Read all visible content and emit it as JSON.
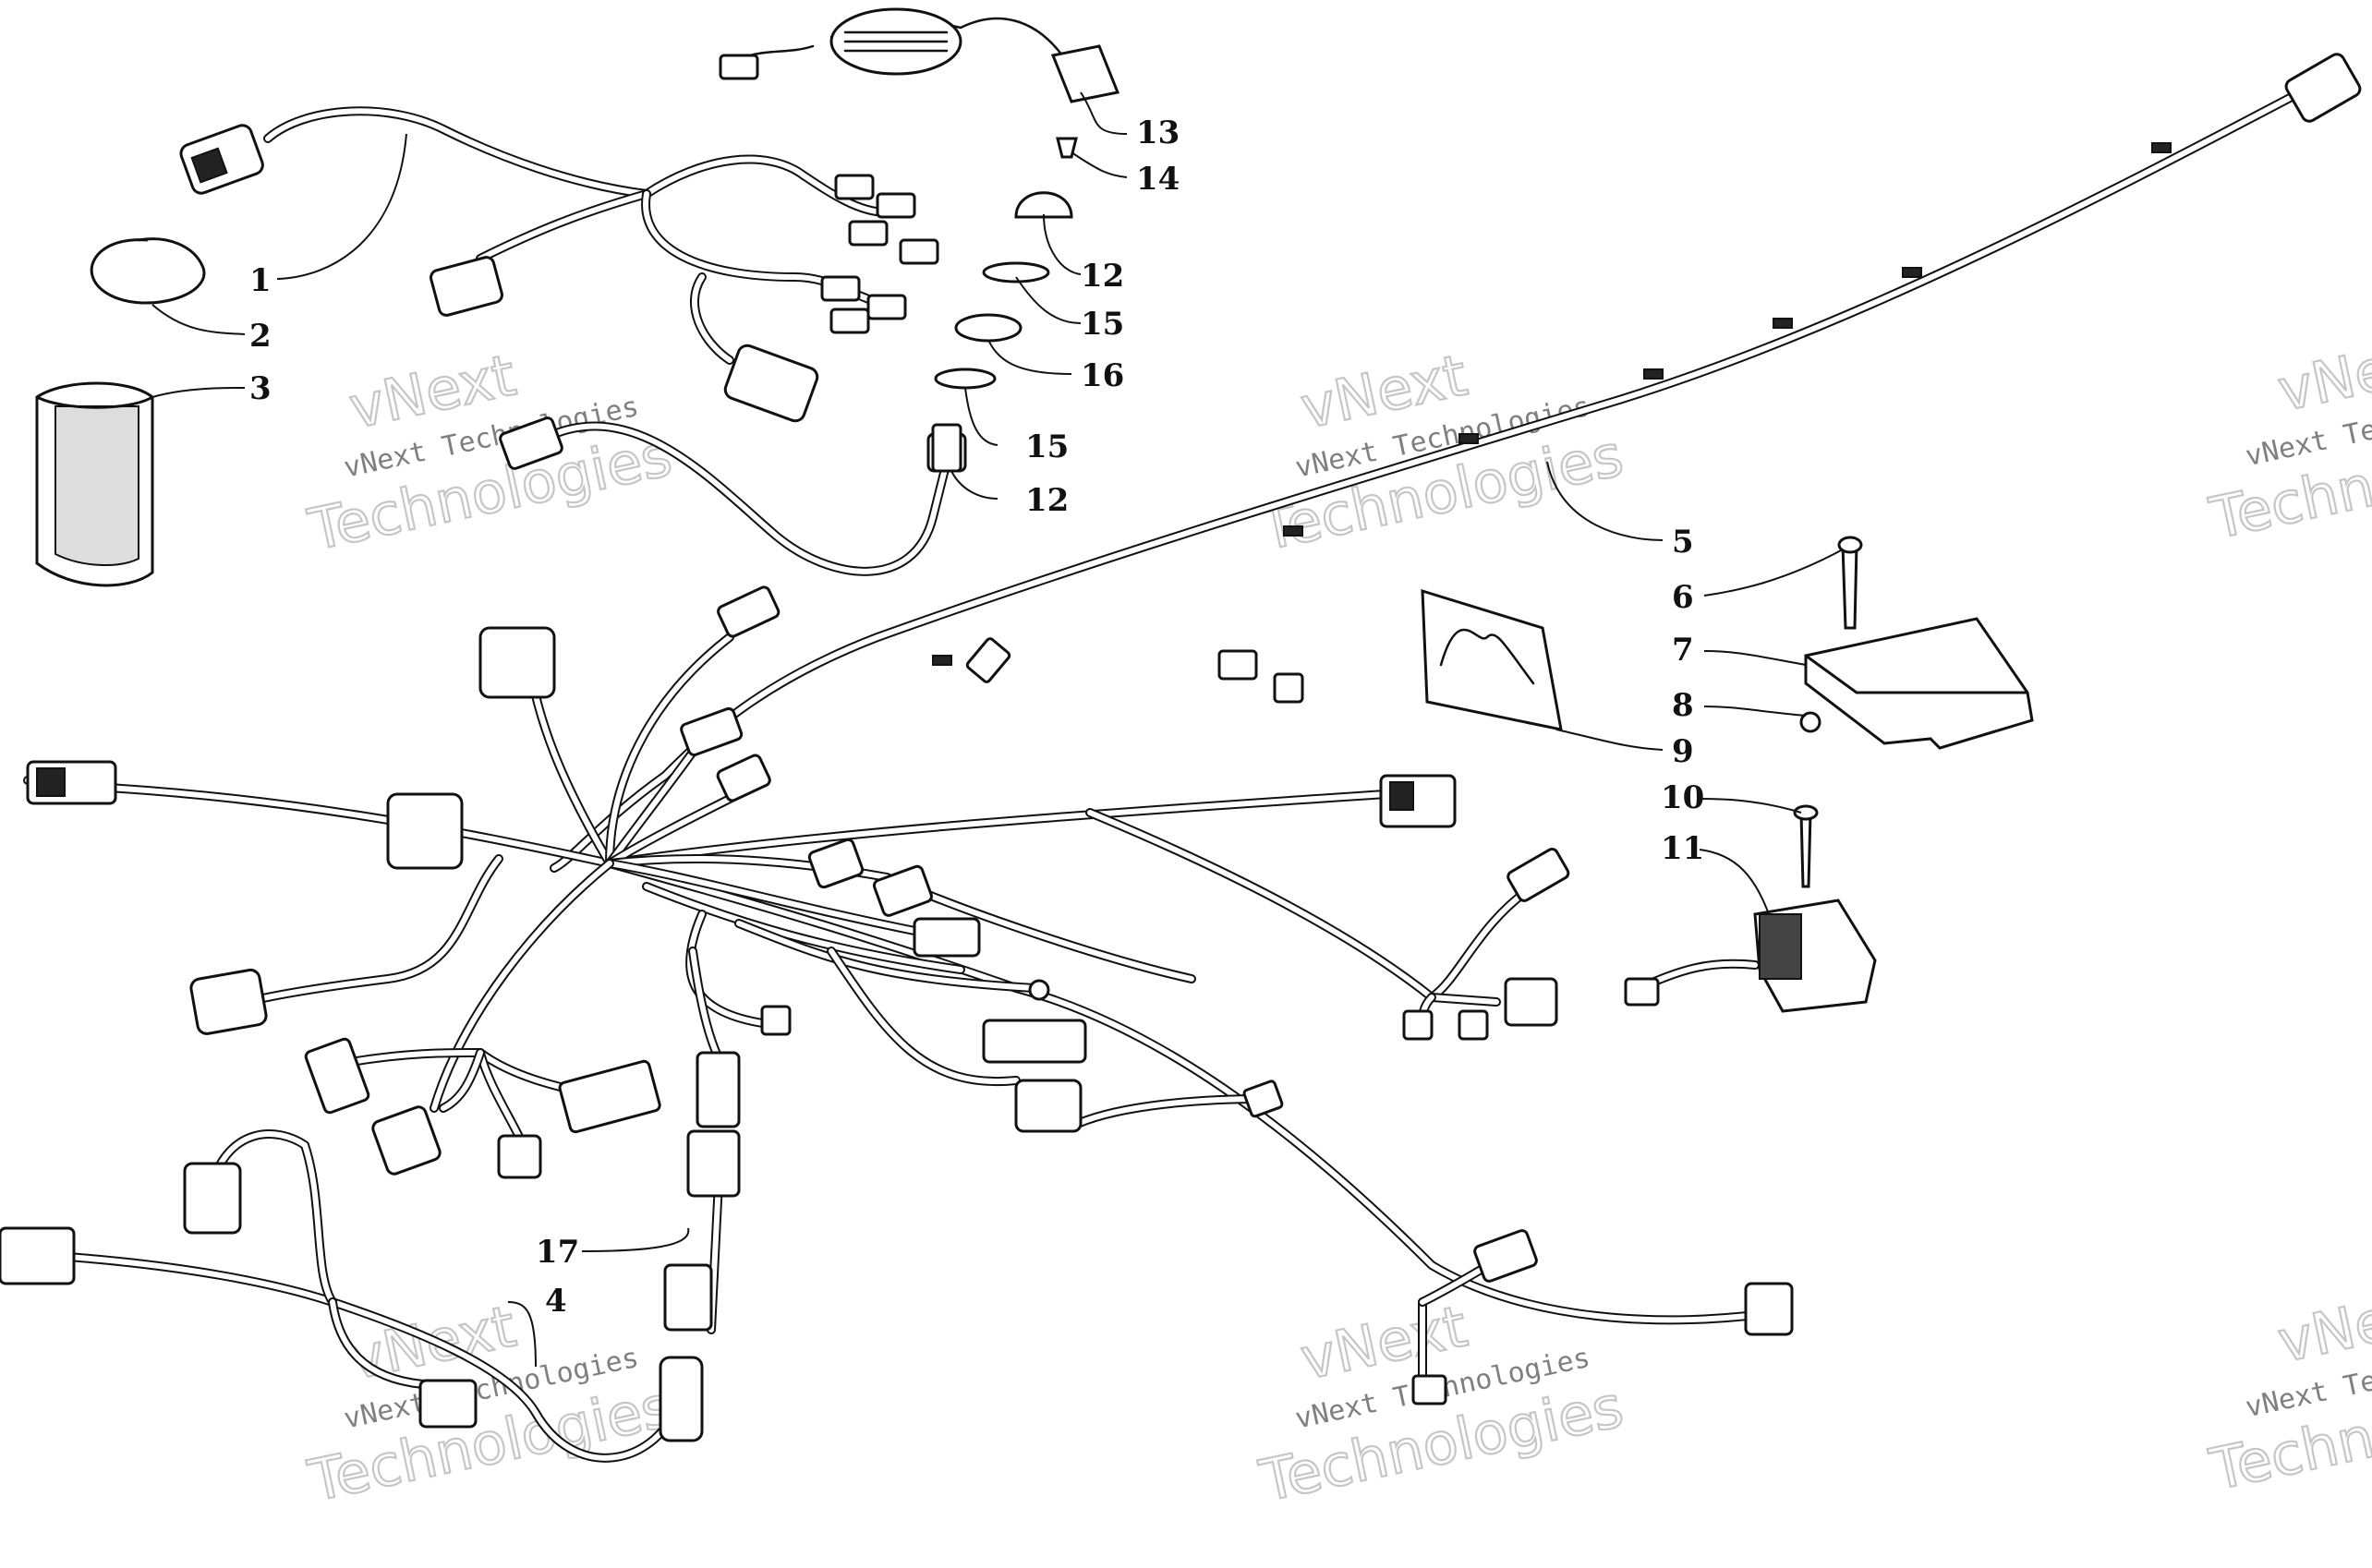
{
  "watermark": {
    "line_small": "vNext Technologies",
    "line_top": "vNext",
    "line_bottom": "Technologies"
  },
  "callouts": {
    "c1": "1",
    "c2": "2",
    "c3": "3",
    "c4": "4",
    "c5": "5",
    "c6": "6",
    "c7": "7",
    "c8": "8",
    "c9": "9",
    "c10": "10",
    "c11": "11",
    "c12a": "12",
    "c12b": "12",
    "c13": "13",
    "c14": "14",
    "c15a": "15",
    "c15b": "15",
    "c16": "16",
    "c17": "17"
  }
}
